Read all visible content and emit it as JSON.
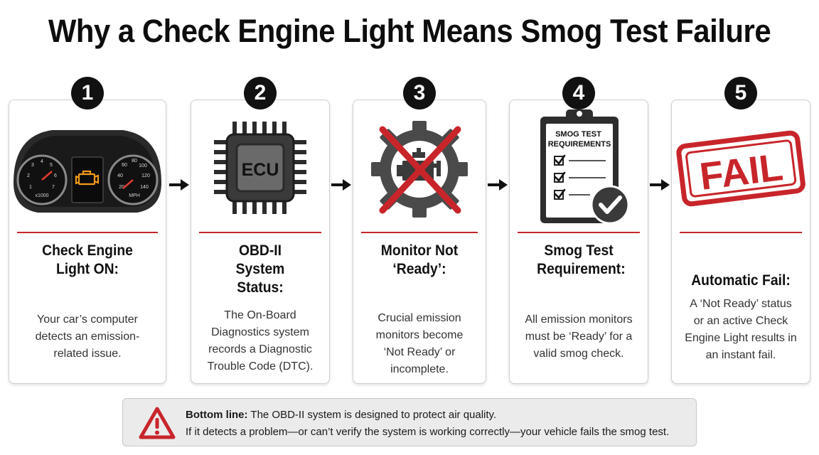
{
  "title": "Why a Check Engine Light Means Smog Test Failure",
  "steps": [
    {
      "number": "1",
      "heading": "Check Engine Light ON:",
      "description": "Your car’s computer detects an emission-related issue.",
      "gauge_left_label": "x1000",
      "gauge_right_label": "MPH",
      "icon": "dashboard-icon"
    },
    {
      "number": "2",
      "heading": "OBD-II System Status:",
      "description": "The On-Board Diagnostics system records a Diagnostic Trouble Code (DTC).",
      "chip_label": "ECU",
      "icon": "ecu-chip-icon"
    },
    {
      "number": "3",
      "heading": "Monitor Not ‘Ready’:",
      "description": "Crucial emission monitors become ‘Not Ready’ or incomplete.",
      "icon": "crossed-gear-engine-icon"
    },
    {
      "number": "4",
      "heading": "Smog Test Requirement:",
      "description": "All emission monitors must be ‘Ready’ for a valid smog check.",
      "clipboard_title": "SMOG TEST REQUIREMENTS",
      "icon": "clipboard-checklist-icon"
    },
    {
      "number": "5",
      "heading": "Automatic Fail:",
      "description": "A ‘Not Ready’ status or an active Check Engine Light results in an instant fail.",
      "stamp_label": "FAIL",
      "icon": "fail-stamp-icon"
    }
  ],
  "bottom_line": {
    "label": "Bottom line:",
    "line1": "The OBD-II system is designed to protect air quality.",
    "line2": "If it detects a problem—or can’t verify the system is working correctly—your vehicle fails the smog test.",
    "icon": "warning-triangle-icon"
  },
  "colors": {
    "accent_red": "#c8252b",
    "amber": "#f29a1a",
    "dark": "#111111"
  }
}
